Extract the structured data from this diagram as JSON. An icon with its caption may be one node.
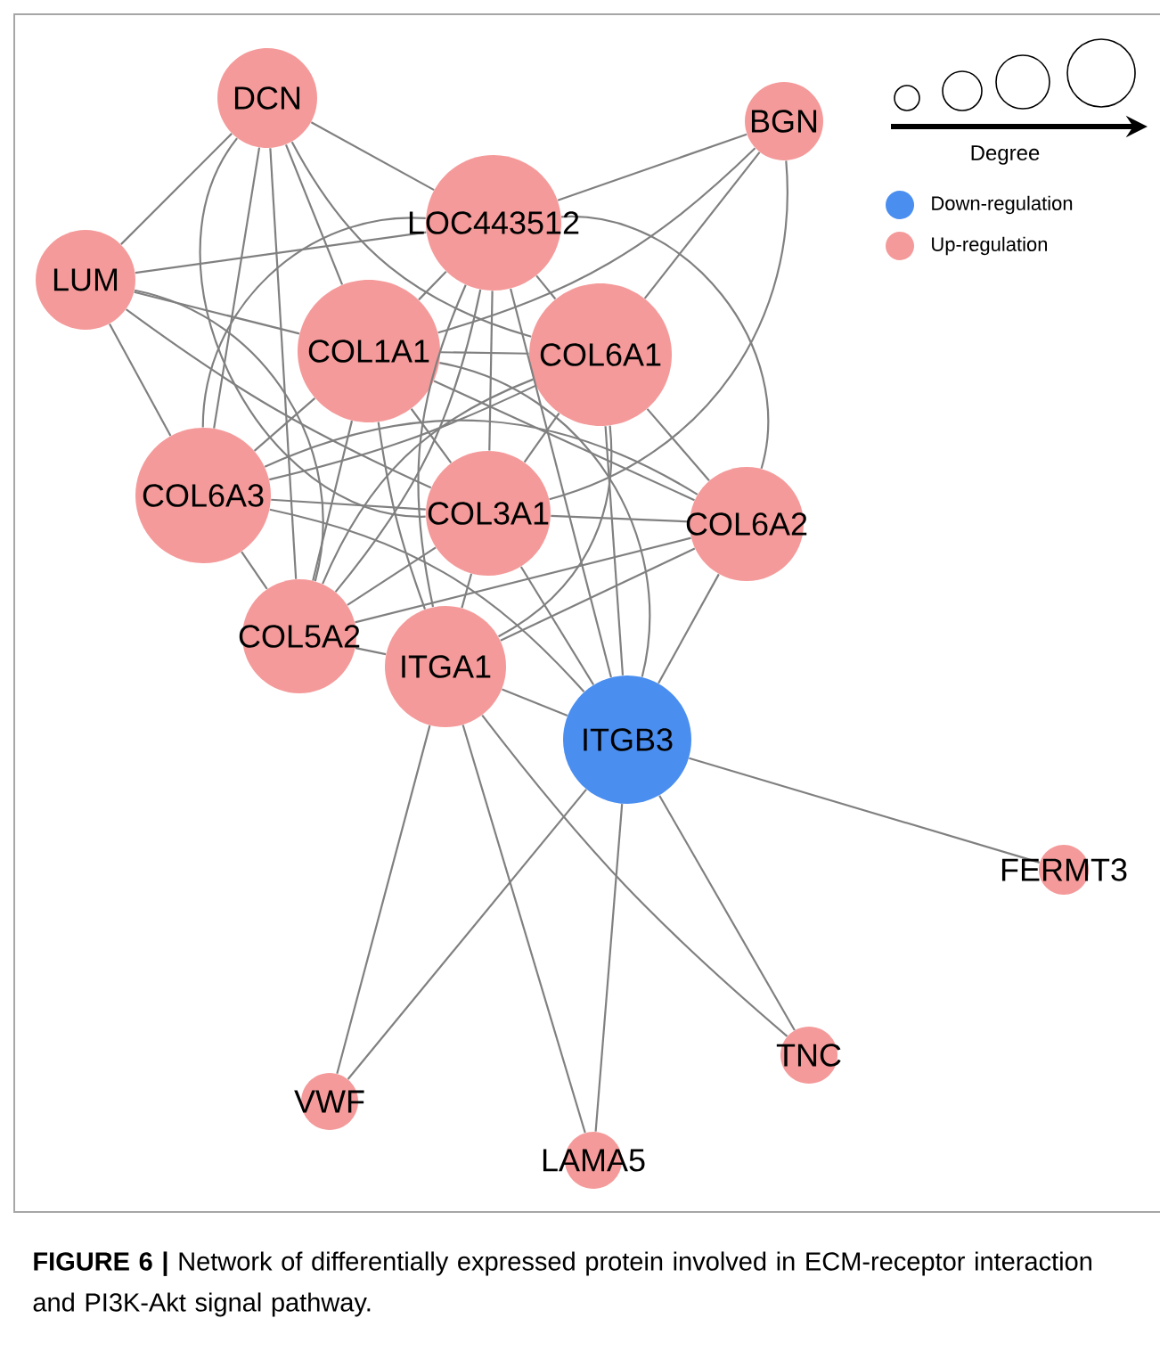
{
  "diagram": {
    "caption": "**FIGURE 6 |** Network of differentially expressed protein involved in ECM-receptor interaction and PI3K-Akt signal pathway.",
    "nodes": [
      {
        "text": [
          "DCN"
        ]
      },
      {
        "text": [
          "BGN"
        ]
      },
      {
        "text": [
          "LOC443512"
        ]
      },
      {
        "text": [
          "LUM"
        ]
      },
      {
        "text": [
          "COL1A1"
        ]
      },
      {
        "text": [
          "COL6A1"
        ]
      },
      {
        "text": [
          "COL6A3"
        ]
      },
      {
        "text": [
          "COL3A1"
        ]
      },
      {
        "text": [
          "COL6A2"
        ]
      },
      {
        "text": [
          "COL5A2"
        ]
      },
      {
        "text": [
          "ITGA1"
        ]
      },
      {
        "text": [
          "ITGB3"
        ]
      },
      {
        "text": [
          "FERMT3"
        ]
      },
      {
        "text": [
          "TNC"
        ]
      },
      {
        "text": [
          "VWF"
        ]
      },
      {
        "text": [
          "LAMA5"
        ]
      }
    ],
    "edges": [
      {
        "from": 0,
        "to": 3,
        "arrow": "none"
      },
      {
        "from": 0,
        "to": 2,
        "arrow": "none"
      },
      {
        "from": 0,
        "to": 5,
        "arrow": "none"
      },
      {
        "from": 0,
        "to": 4,
        "arrow": "none"
      },
      {
        "from": 0,
        "to": 6,
        "arrow": "none"
      },
      {
        "from": 0,
        "to": 7,
        "arrow": "none"
      },
      {
        "from": 0,
        "to": 9,
        "arrow": "none"
      },
      {
        "from": 1,
        "to": 2,
        "arrow": "none"
      },
      {
        "from": 1,
        "to": 4,
        "arrow": "none"
      },
      {
        "from": 1,
        "to": 5,
        "arrow": "none"
      },
      {
        "from": 1,
        "to": 7,
        "arrow": "none"
      },
      {
        "from": 3,
        "to": 2,
        "arrow": "none"
      },
      {
        "from": 3,
        "to": 4,
        "arrow": "none"
      },
      {
        "from": 3,
        "to": 7,
        "arrow": "none"
      },
      {
        "from": 3,
        "to": 6,
        "arrow": "none"
      },
      {
        "from": 3,
        "to": 9,
        "arrow": "none"
      },
      {
        "from": 2,
        "to": 4,
        "arrow": "none"
      },
      {
        "from": 2,
        "to": 5,
        "arrow": "none"
      },
      {
        "from": 2,
        "to": 6,
        "arrow": "none"
      },
      {
        "from": 2,
        "to": 7,
        "arrow": "none"
      },
      {
        "from": 2,
        "to": 9,
        "arrow": "none"
      },
      {
        "from": 2,
        "to": 10,
        "arrow": "none"
      },
      {
        "from": 2,
        "to": 8,
        "arrow": "none"
      },
      {
        "from": 2,
        "to": 11,
        "arrow": "none"
      },
      {
        "from": 4,
        "to": 5,
        "arrow": "none"
      },
      {
        "from": 4,
        "to": 6,
        "arrow": "none"
      },
      {
        "from": 4,
        "to": 7,
        "arrow": "none"
      },
      {
        "from": 4,
        "to": 9,
        "arrow": "none"
      },
      {
        "from": 4,
        "to": 10,
        "arrow": "none"
      },
      {
        "from": 4,
        "to": 8,
        "arrow": "none"
      },
      {
        "from": 4,
        "to": 11,
        "arrow": "none"
      },
      {
        "from": 5,
        "to": 6,
        "arrow": "none"
      },
      {
        "from": 5,
        "to": 7,
        "arrow": "none"
      },
      {
        "from": 5,
        "to": 9,
        "arrow": "none"
      },
      {
        "from": 5,
        "to": 8,
        "arrow": "none"
      },
      {
        "from": 5,
        "to": 10,
        "arrow": "none"
      },
      {
        "from": 5,
        "to": 11,
        "arrow": "none"
      },
      {
        "from": 6,
        "to": 7,
        "arrow": "none"
      },
      {
        "from": 6,
        "to": 9,
        "arrow": "none"
      },
      {
        "from": 6,
        "to": 8,
        "arrow": "none"
      },
      {
        "from": 6,
        "to": 11,
        "arrow": "none"
      },
      {
        "from": 7,
        "to": 8,
        "arrow": "none"
      },
      {
        "from": 7,
        "to": 9,
        "arrow": "none"
      },
      {
        "from": 7,
        "to": 10,
        "arrow": "none"
      },
      {
        "from": 7,
        "to": 11,
        "arrow": "none"
      },
      {
        "from": 8,
        "to": 9,
        "arrow": "none"
      },
      {
        "from": 8,
        "to": 10,
        "arrow": "none"
      },
      {
        "from": 8,
        "to": 11,
        "arrow": "none"
      },
      {
        "from": 9,
        "to": 10,
        "arrow": "none"
      },
      {
        "from": 10,
        "to": 11,
        "arrow": "none"
      },
      {
        "from": 10,
        "to": 14,
        "arrow": "none"
      },
      {
        "from": 10,
        "to": 15,
        "arrow": "none"
      },
      {
        "from": 10,
        "to": 13,
        "arrow": "none"
      },
      {
        "from": 11,
        "to": 12,
        "arrow": "none"
      },
      {
        "from": 11,
        "to": 13,
        "arrow": "none"
      },
      {
        "from": 11,
        "to": 14,
        "arrow": "none"
      },
      {
        "from": 11,
        "to": 15,
        "arrow": "none"
      }
    ],
    "legend": [
      {
        "text": "Degree"
      },
      {
        "text": "Down-regulation",
        "color": "#4a8ef0"
      },
      {
        "text": "Up-regulation",
        "color": "#f59a9a"
      }
    ]
  }
}
